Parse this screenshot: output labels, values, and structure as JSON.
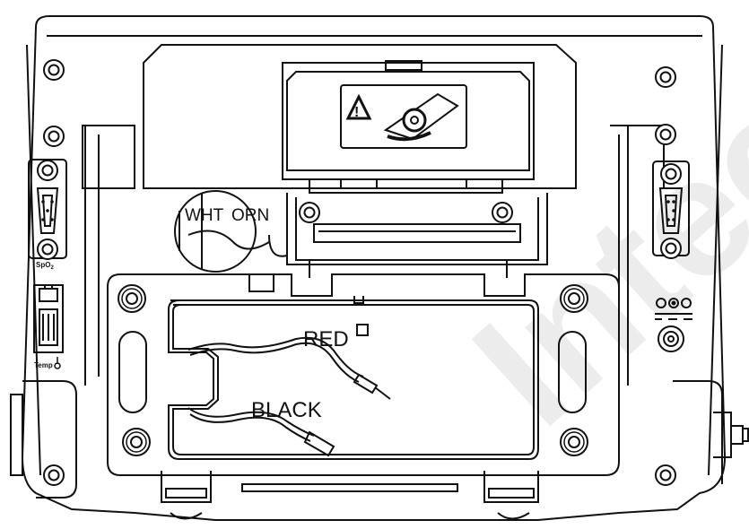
{
  "labels": {
    "wht": "WHT",
    "orn": "ORN",
    "red": "RED",
    "black": "BLACK",
    "spo2": "SpO",
    "spo2_sub": "2",
    "temp": "Temp"
  },
  "watermark": "Intec",
  "colors": {
    "line": "#111111",
    "background": "#ffffff",
    "watermark": "#e9e9e9"
  },
  "icons": [
    "warning-triangle-icon",
    "paper-roll-icon",
    "thermometer-icon",
    "dc-power-symbol-icon"
  ]
}
